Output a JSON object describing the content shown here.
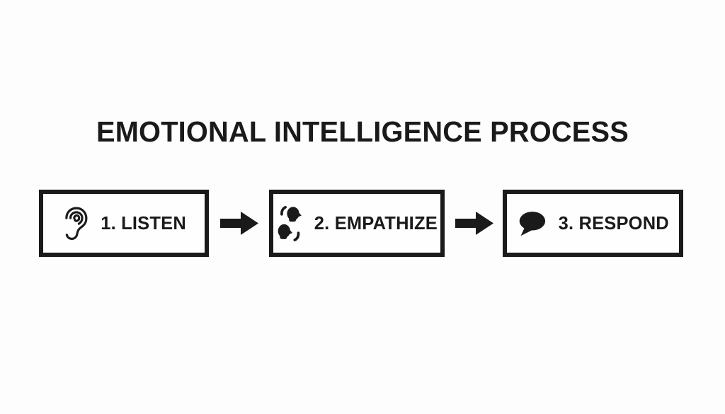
{
  "page": {
    "background_color": "#fdfdfd",
    "ink_color": "#1a1a1a"
  },
  "title": {
    "text": "EMOTIONAL INTELLIGENCE PROCESS"
  },
  "steps": [
    {
      "label": "1. LISTEN",
      "icon": "ear-icon"
    },
    {
      "label": "2. EMPATHIZE",
      "icon": "empathy-heads-icon"
    },
    {
      "label": "3. RESPOND",
      "icon": "speech-bubble-icon"
    }
  ],
  "connectors": [
    {
      "icon": "arrow-right-icon"
    },
    {
      "icon": "arrow-right-icon"
    }
  ]
}
